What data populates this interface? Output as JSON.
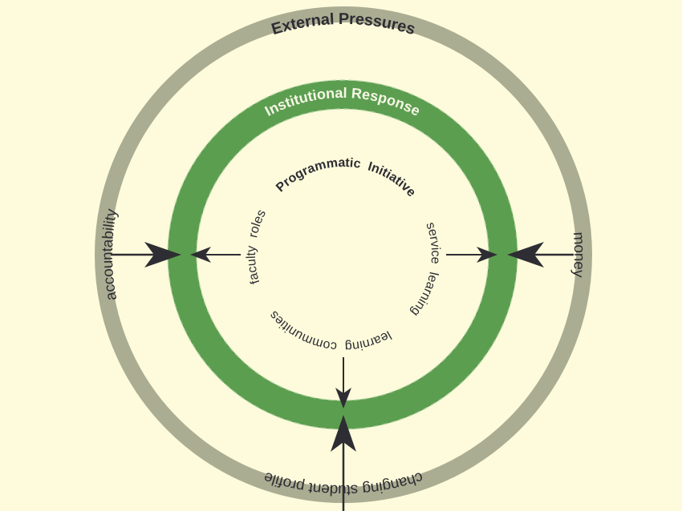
{
  "outer_ring": {
    "title": "External Pressures",
    "pressures": [
      "accountability",
      "money",
      "changing student profile"
    ]
  },
  "middle_ring": {
    "title": "Institutional Response"
  },
  "inner_circle": {
    "title": "Programmatic Initiative",
    "initiatives": [
      "service learning",
      "learning communities",
      "faculty roles"
    ]
  },
  "colors": {
    "background": "#fdfbdb",
    "outer_ring": "#abad93",
    "middle_ring": "#5c9e50",
    "text": "#2e2d33",
    "arrow": "#2e2d33"
  }
}
